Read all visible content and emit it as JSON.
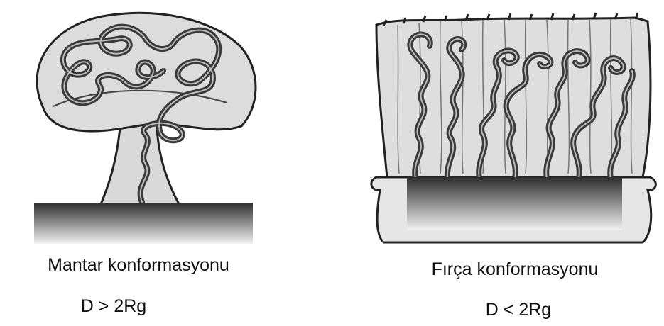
{
  "mushroom": {
    "title": "Mantar konformasyonu",
    "condition": "D > 2Rg"
  },
  "brush": {
    "title": "Fırça konformasyonu",
    "condition": "D < 2Rg"
  },
  "colors": {
    "chain": "#3a3a3a",
    "chain_highlight": "#bdbdbd",
    "cap_fill": "#dcdcdc",
    "substrate_dark": "#2d2d2d",
    "substrate_light": "#f2f2f2"
  }
}
